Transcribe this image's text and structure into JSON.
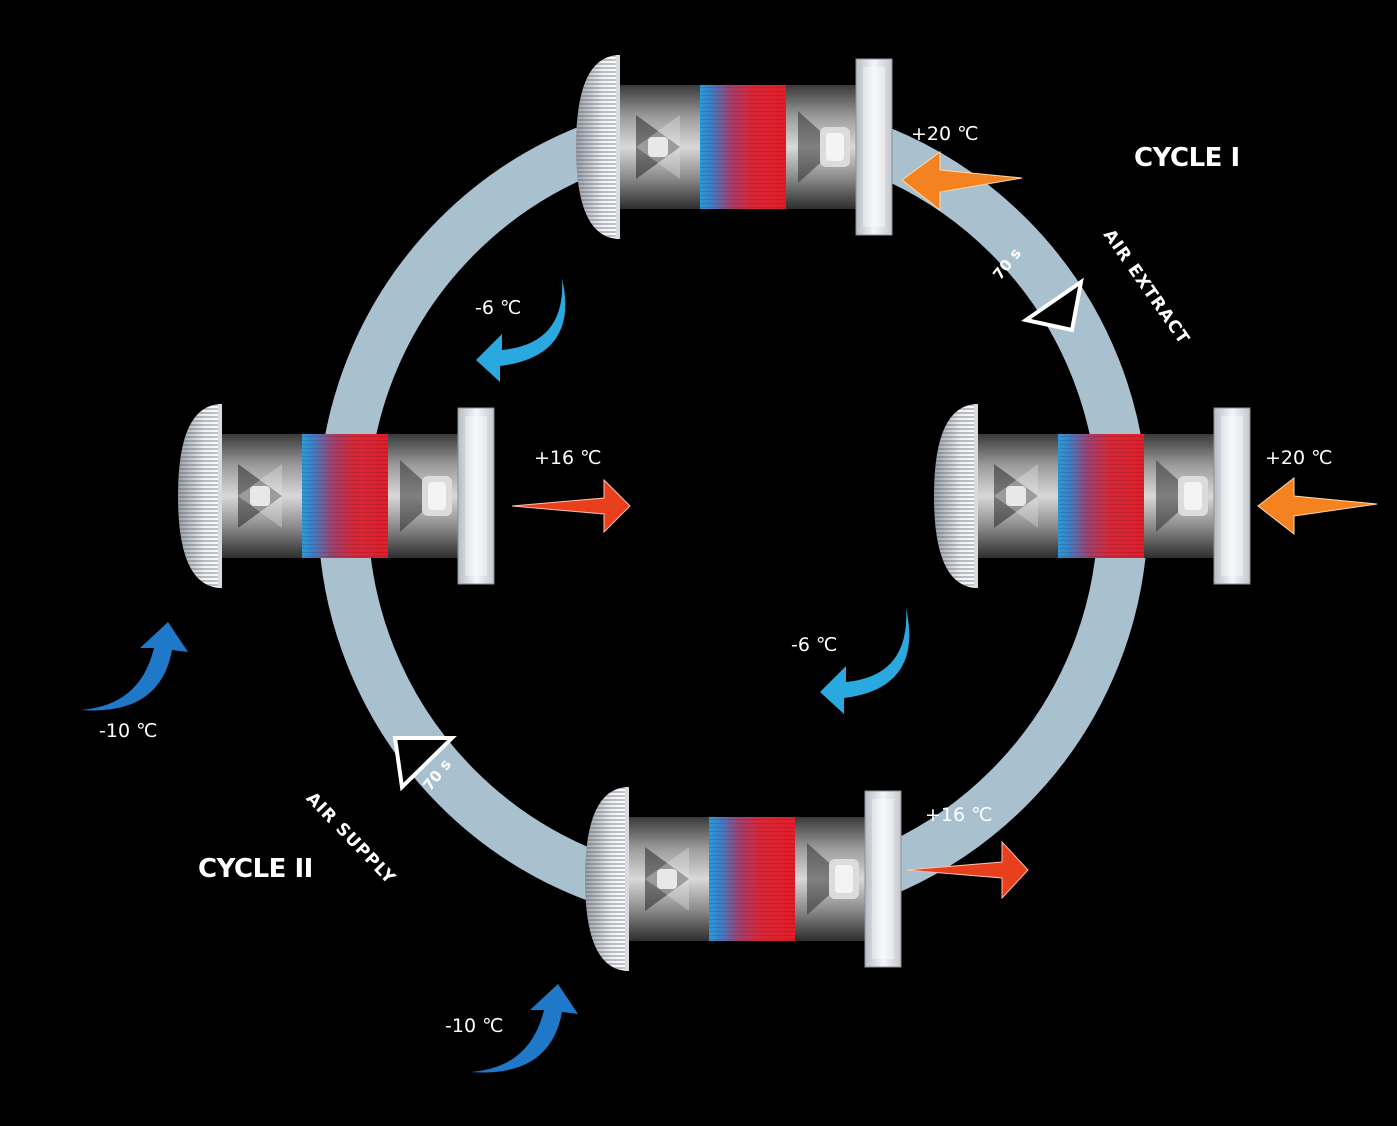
{
  "cycles": {
    "cycle_1": "CYCLE I",
    "cycle_2": "CYCLE II"
  },
  "modes": {
    "extract": "AIR EXTRACT",
    "supply": "AIR SUPPLY"
  },
  "durations": {
    "extract": "70 s",
    "supply": "70 s"
  },
  "temperatures": {
    "top_indoor": "+20 ℃",
    "top_outdoor": "-6 ℃",
    "right_indoor": "+20 ℃",
    "right_outdoor": "-6 ℃",
    "left_indoor": "+16 ℃",
    "left_outdoor": "-10 ℃",
    "bottom_indoor": "+16 ℃",
    "bottom_outdoor": "-10 ℃"
  },
  "colors": {
    "ring": "#a9c0cf",
    "warm_arrow": "#f58220",
    "hot_arrow": "#e8401c",
    "cold_arrow": "#1f8fd8",
    "cool_arrow": "#2aa8e0",
    "core_warm": "#e02030",
    "core_cool": "#2a9ad8"
  }
}
